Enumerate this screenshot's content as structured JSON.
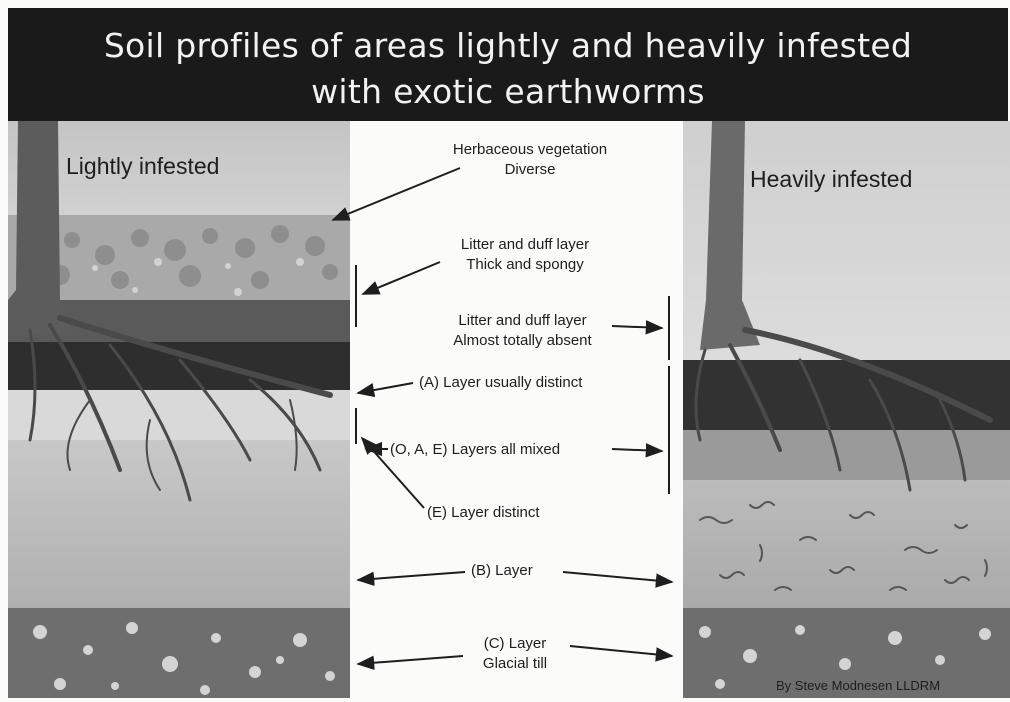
{
  "title": {
    "line1": "Soil profiles of areas lightly and heavily infested",
    "line2": "with exotic earthworms"
  },
  "panels": {
    "light_heading": "Lightly infested",
    "heavy_heading": "Heavily infested"
  },
  "annotations": {
    "herbaceous": {
      "line1": "Herbaceous vegetation",
      "line2": "Diverse"
    },
    "litter_thick": {
      "line1": "Litter and duff layer",
      "line2": "Thick and spongy"
    },
    "litter_absent": {
      "line1": "Litter and duff layer",
      "line2": "Almost totally absent"
    },
    "a_layer": "(A) Layer usually distinct",
    "mixed": "(O, A, E) Layers all mixed",
    "e_layer": "(E) Layer distinct",
    "b_layer": "(B) Layer",
    "c_layer": {
      "line1": "(C) Layer",
      "line2": "Glacial till"
    }
  },
  "credit": "By Steve Modnesen LLDRM",
  "colors": {
    "banner": "#1a1a1a",
    "sky_light": "#c9c9c9",
    "litter_dark": "#4a4a4a",
    "a_horizon": "#2e2e2e",
    "e_horizon": "#d9d9d9",
    "b_horizon": "#b5b5b5",
    "c_horizon": "#6e6e6e"
  }
}
